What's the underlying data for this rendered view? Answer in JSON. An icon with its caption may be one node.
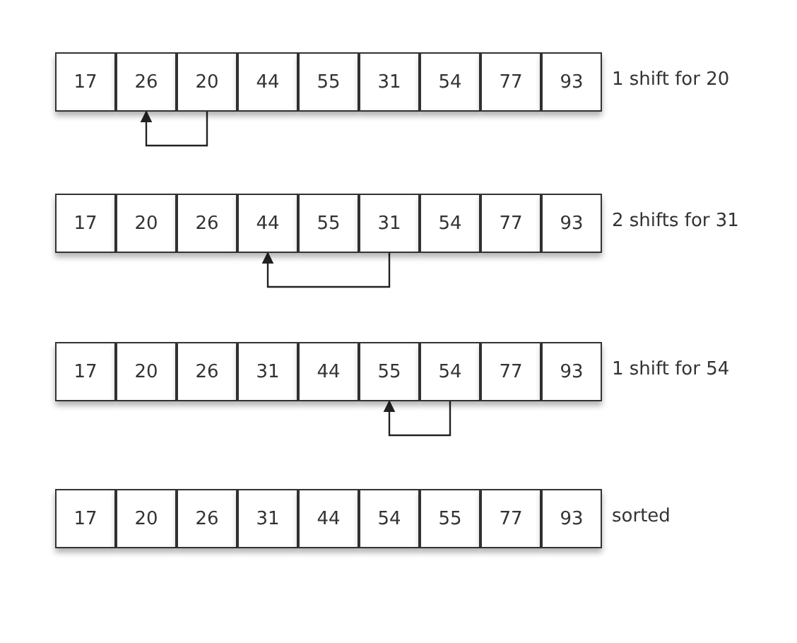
{
  "diagram": {
    "nodes": [
      {
        "text": [
          "17"
        ]
      },
      {
        "text": [
          "26"
        ]
      },
      {
        "text": [
          "20"
        ]
      },
      {
        "text": [
          "44"
        ]
      },
      {
        "text": [
          "55"
        ]
      },
      {
        "text": [
          "31"
        ]
      },
      {
        "text": [
          "54"
        ]
      },
      {
        "text": [
          "77"
        ]
      },
      {
        "text": [
          "93"
        ]
      },
      {
        "text": [
          "17"
        ]
      },
      {
        "text": [
          "20"
        ]
      },
      {
        "text": [
          "26"
        ]
      },
      {
        "text": [
          "44"
        ]
      },
      {
        "text": [
          "55"
        ]
      },
      {
        "text": [
          "31"
        ]
      },
      {
        "text": [
          "54"
        ]
      },
      {
        "text": [
          "77"
        ]
      },
      {
        "text": [
          "93"
        ]
      },
      {
        "text": [
          "17"
        ]
      },
      {
        "text": [
          "20"
        ]
      },
      {
        "text": [
          "26"
        ]
      },
      {
        "text": [
          "31"
        ]
      },
      {
        "text": [
          "44"
        ]
      },
      {
        "text": [
          "55"
        ]
      },
      {
        "text": [
          "54"
        ]
      },
      {
        "text": [
          "77"
        ]
      },
      {
        "text": [
          "93"
        ]
      },
      {
        "text": [
          "17"
        ]
      },
      {
        "text": [
          "20"
        ]
      },
      {
        "text": [
          "26"
        ]
      },
      {
        "text": [
          "31"
        ]
      },
      {
        "text": [
          "44"
        ]
      },
      {
        "text": [
          "54"
        ]
      },
      {
        "text": [
          "55"
        ]
      },
      {
        "text": [
          "77"
        ]
      },
      {
        "text": [
          "93"
        ]
      }
    ],
    "edges": [
      {
        "from": 2,
        "to": 1,
        "arrow": "to"
      },
      {
        "from": 14,
        "to": 12,
        "arrow": "to"
      },
      {
        "from": 24,
        "to": 23,
        "arrow": "to"
      }
    ],
    "labels": [
      "1 shift for 20",
      "2 shifts for 31",
      "1 shift for 54",
      "sorted"
    ]
  }
}
